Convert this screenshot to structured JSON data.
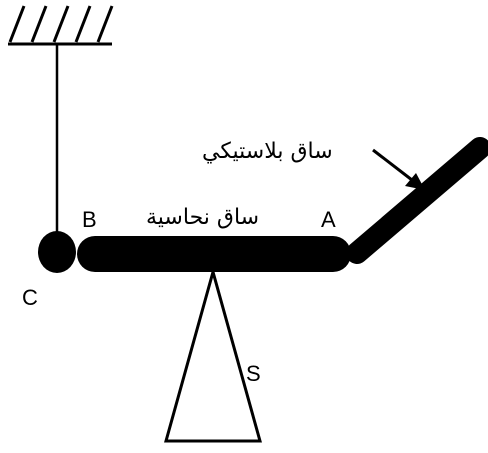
{
  "diagram": {
    "labels": {
      "point_a": "A",
      "point_b": "B",
      "point_c": "C",
      "stand": "S",
      "copper_rod": "ساق نحاسية",
      "plastic_rod": "ساق بلاستيكي"
    },
    "colors": {
      "ink": "#000000",
      "background": "#ffffff"
    }
  }
}
